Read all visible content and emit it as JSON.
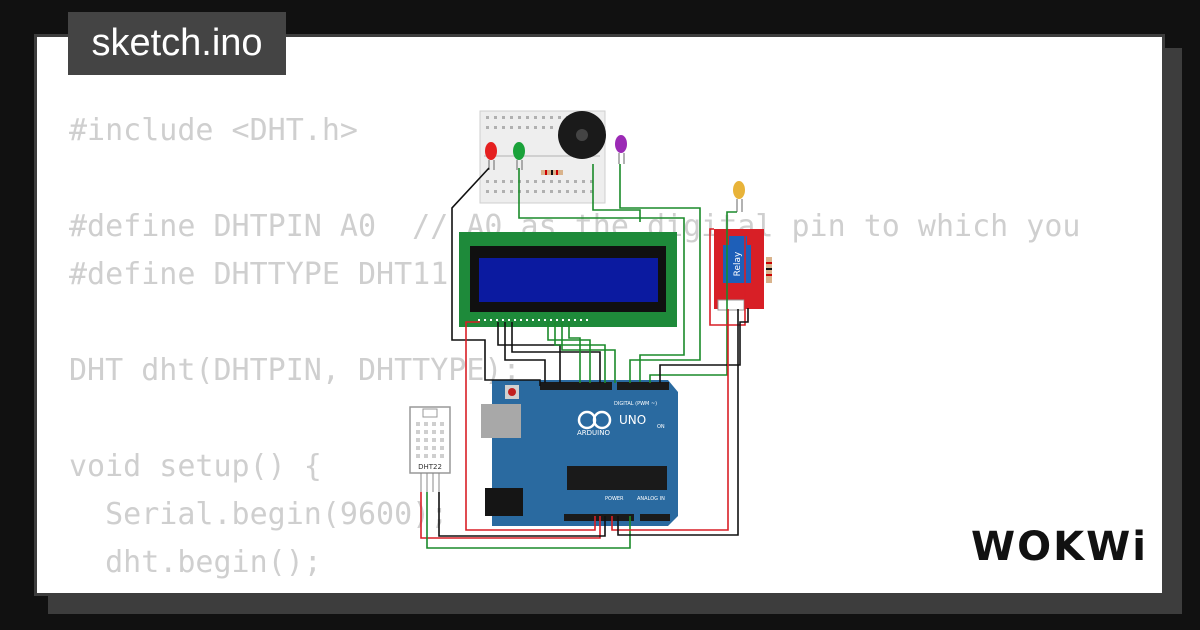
{
  "tab": {
    "filename": "sketch.ino"
  },
  "code": {
    "lines": [
      "#include <DHT.h>",
      "",
      "#define DHTPIN A0  // A0 as the digital pin to which you",
      "#define DHTTYPE DHT11",
      "",
      "DHT dht(DHTPIN, DHTTYPE);",
      "",
      "void setup() {",
      "  Serial.begin(9600);",
      "  dht.begin();",
      "}"
    ]
  },
  "parts": {
    "relay_label": "Relay",
    "dht_label": "DHT22",
    "uno_label": "UNO",
    "arduino_label": "ARDUINO",
    "digital_label": "DIGITAL (PWM ~)",
    "power_label": "POWER",
    "analog_label": "ANALOG IN",
    "on_label": "ON"
  },
  "brand": {
    "name": "WOKWi"
  },
  "colors": {
    "lcd_board": "#1e8a3a",
    "lcd_screen": "#0b1aa0",
    "uno_board": "#2a6aa0",
    "relay_board": "#d81f26",
    "wire_green": "#1a8a2a",
    "wire_red": "#d81f26",
    "wire_black": "#111111"
  }
}
